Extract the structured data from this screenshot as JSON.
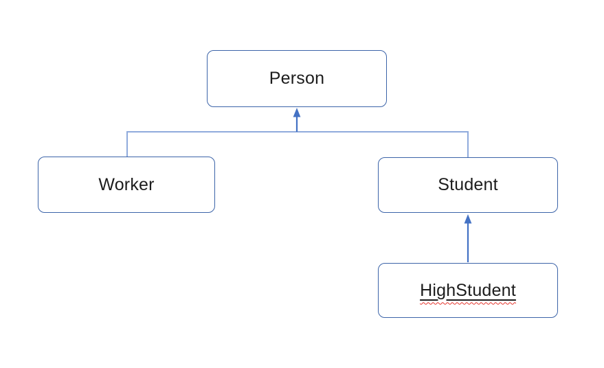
{
  "diagram": {
    "type": "inheritance-hierarchy",
    "background": "#FFFFFF",
    "nodes": [
      {
        "id": "person",
        "label": "Person"
      },
      {
        "id": "worker",
        "label": "Worker"
      },
      {
        "id": "student",
        "label": "Student"
      },
      {
        "id": "highstudent",
        "label": "HighStudent",
        "text_underline": true,
        "spellcheck_squiggle": true
      }
    ],
    "edges": [
      {
        "from": "worker",
        "to": "person",
        "style": "elbow",
        "arrowhead": "at-person"
      },
      {
        "from": "student",
        "to": "person",
        "style": "elbow",
        "arrowhead": "at-person"
      },
      {
        "from": "highstudent",
        "to": "student",
        "style": "straight",
        "arrowhead": "at-student"
      }
    ],
    "colors": {
      "node_fill": "#FFFFFF",
      "node_border": "#3B63A8",
      "arrow": "#4472C4",
      "elbow_connector": "#8FAADC",
      "spellcheck_squiggle": "#E5322A",
      "label_text": "#1C1C1C"
    }
  }
}
